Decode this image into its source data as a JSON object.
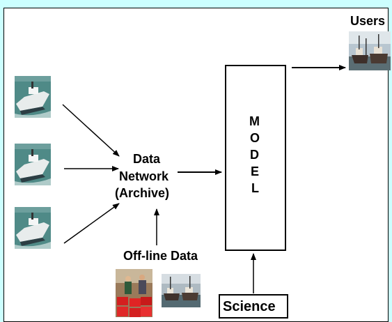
{
  "labels": {
    "users": "Users",
    "data_network": [
      "Data",
      "Network",
      "(Archive)"
    ],
    "offline": "Off-line Data",
    "model_letters": [
      "M",
      "O",
      "D",
      "E",
      "L"
    ],
    "science": "Science"
  },
  "icons": {
    "vessel_photo": "fishing-vessel-photo",
    "harbour_photo": "harbour-boats-photo",
    "crates_photo": "fish-crates-photo"
  },
  "colors": {
    "background": "#ccffff",
    "canvas": "#ffffff",
    "sea": "#4f8a87",
    "line": "#000000"
  }
}
